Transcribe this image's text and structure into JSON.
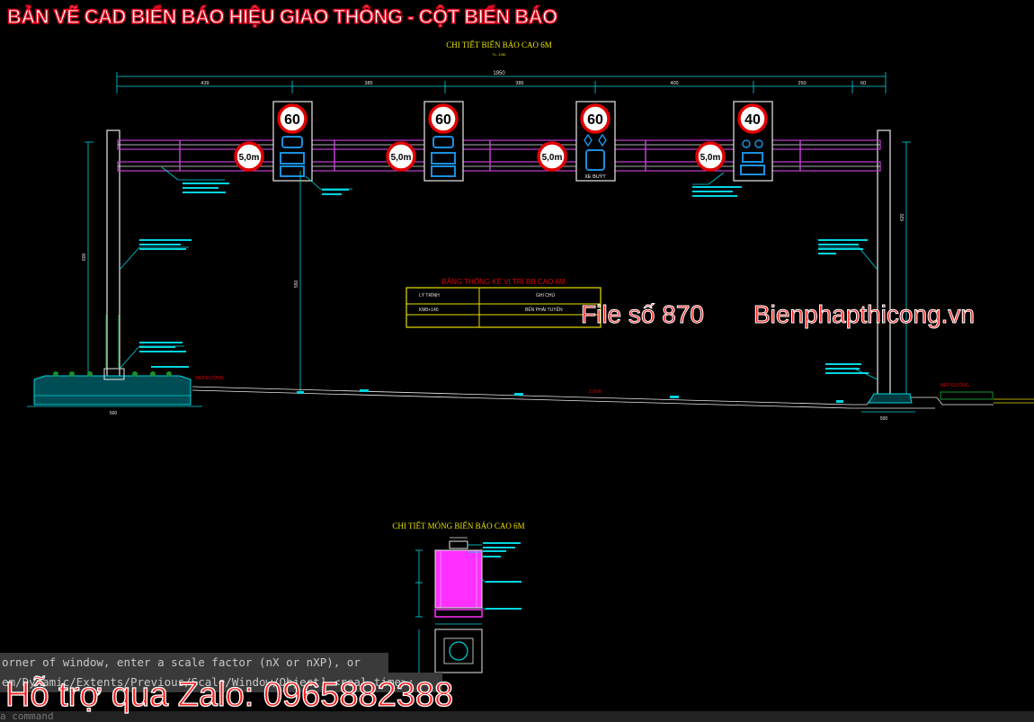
{
  "overlay": {
    "title": "BẢN VẼ CAD BIỂN BÁO HIỆU GIAO THÔNG - CỘT BIỂN BÁO",
    "file_no": "File số 870",
    "site": "Bienphapthicong.vn",
    "zalo": "Hỗ trợ qua Zalo: 0965882388"
  },
  "drawing": {
    "elevation_title": "CHI TIẾT BIỂN BÁO CAO 6M",
    "elevation_scale": "TL: 1/50",
    "foundation_title": "CHI TIẾT MÓNG BIỂN BÁO CAO 6M",
    "table_title": "BẢNG THỐNG KÊ VỊ TRÍ BB CAO 6M",
    "table_headers": [
      "LÝ TRÌNH",
      "GHI CHÚ"
    ],
    "table_row": [
      "KM0+140",
      "BÊN PHẢI TUYẾN"
    ],
    "dim_total": "1950",
    "dims": [
      "439",
      "385",
      "385",
      "400",
      "250",
      "60"
    ],
    "dim_left_height": "600",
    "dim_mid_height": "550",
    "dim_right_height": "620",
    "dim_base_left": "500",
    "dim_base_right": "500",
    "speed_signs": [
      "60",
      "60",
      "60",
      "40"
    ],
    "height_limit": "5,0m",
    "bus_label": "XE BUÝT",
    "slope_label": "2.00%",
    "line_label_left": "MÉP ĐƯỜNG",
    "line_label_right": "MÉP ĐƯỜNG"
  },
  "command": {
    "line1": "orner of window, enter a scale factor (nX or nXP), or",
    "line2": "em/Dynamic/Extents/Previous/Scale/Window/Object] <real time>:",
    "line3": "a command"
  },
  "colors": {
    "background": "#000000",
    "cad_white": "#e8e8e8",
    "cad_cyan": "#00d5e0",
    "cad_magenta": "#c040d0",
    "cad_yellow": "#e8e000",
    "sign_red": "#e00000",
    "sign_blue": "#1a60c0",
    "foundation_fill": "#ff30ff",
    "overlay_red": "#ff1a1a"
  }
}
